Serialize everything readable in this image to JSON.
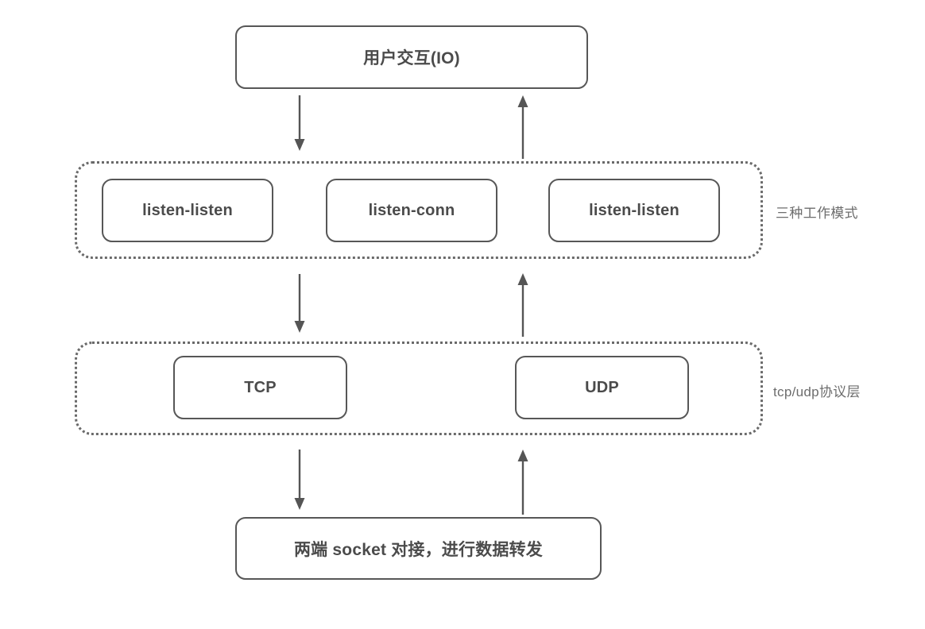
{
  "diagram": {
    "title_box": {
      "label": "用户交互(IO)"
    },
    "mode_layer": {
      "side_label": "三种工作模式",
      "boxes": [
        {
          "label": "listen-listen"
        },
        {
          "label": "listen-conn"
        },
        {
          "label": "listen-listen"
        }
      ]
    },
    "protocol_layer": {
      "side_label": "tcp/udp协议层",
      "boxes": [
        {
          "label": "TCP"
        },
        {
          "label": "UDP"
        }
      ]
    },
    "bottom_box": {
      "label": "两端 socket 对接，进行数据转发"
    },
    "arrows": [
      {
        "name": "top-to-modes-down",
        "direction": "down"
      },
      {
        "name": "modes-to-top-up",
        "direction": "up"
      },
      {
        "name": "modes-to-proto-down",
        "direction": "down"
      },
      {
        "name": "proto-to-modes-up",
        "direction": "up"
      },
      {
        "name": "proto-to-socket-down",
        "direction": "down"
      },
      {
        "name": "socket-to-proto-up",
        "direction": "up"
      }
    ],
    "colors": {
      "box_border": "#575757",
      "group_border": "#6a6a6a",
      "text": "#4b4b4b",
      "label_text": "#6d6d6d",
      "arrow": "#555555",
      "background": "#ffffff"
    }
  }
}
